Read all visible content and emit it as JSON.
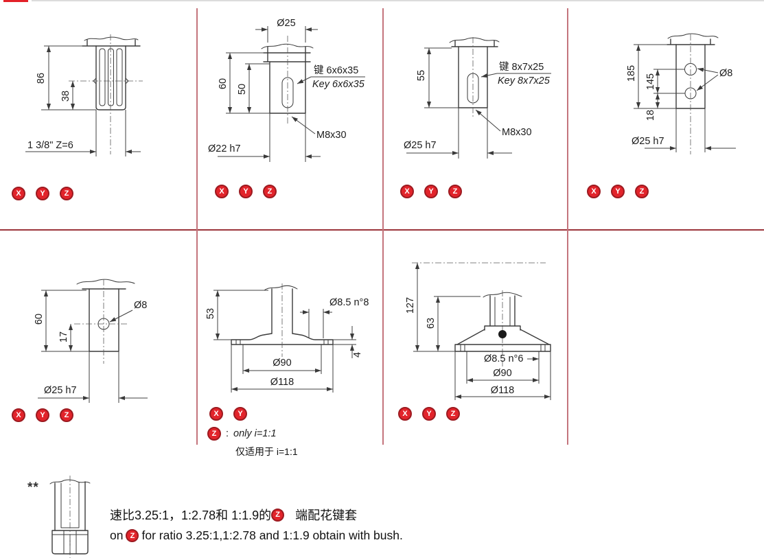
{
  "colors": {
    "badge_red": "#e2242b",
    "badge_ring": "#9c1a20",
    "grid_vertical": "#c4747c",
    "grid_horizontal": "#9b343b",
    "top_red_bar": "#e32129",
    "top_gray_rule": "#dcdcdc",
    "drawing_line": "#3a3a3a"
  },
  "cells": [
    {
      "name": "splined-bushing",
      "badges": [
        "X",
        "Y",
        "Z"
      ],
      "labels": {
        "h86": "86",
        "h38": "38",
        "spline": "1 3/8\" Z=6"
      }
    },
    {
      "name": "keyed-shaft-d22",
      "badges": [
        "X",
        "Y",
        "Z"
      ],
      "labels": {
        "d25": "Ø25",
        "h60": "60",
        "h50": "50",
        "key_cn": "键 6x6x35",
        "key_en": "Key 6x6x35",
        "thread": "M8x30",
        "dia": "Ø22 h7"
      }
    },
    {
      "name": "keyed-shaft-d25",
      "badges": [
        "X",
        "Y",
        "Z"
      ],
      "labels": {
        "h55": "55",
        "key_cn": "键 8x7x25",
        "key_en": "Key 8x7x25",
        "thread": "M8x30",
        "dia": "Ø25 h7"
      }
    },
    {
      "name": "long-shaft-cross-holes",
      "badges": [
        "X",
        "Y",
        "Z"
      ],
      "labels": {
        "h185": "185",
        "h145": "145",
        "h18": "18",
        "d8": "Ø8",
        "dia": "Ø25 h7"
      }
    },
    {
      "name": "shaft-cross-hole",
      "badges": [
        "X",
        "Y",
        "Z"
      ],
      "labels": {
        "h60": "60",
        "h17": "17",
        "d8": "Ø8",
        "dia": "Ø25 h7"
      }
    },
    {
      "name": "flat-flange-d118",
      "badges": [
        "X",
        "Y"
      ],
      "z_note": {
        "badge": "Z",
        "sep": ":",
        "text": "only i=1:1",
        "caption": "仅适用于 i=1:1"
      },
      "labels": {
        "h53": "53",
        "holes": "Ø8.5 n°8",
        "d90": "Ø90",
        "d118": "Ø118",
        "t4": "4"
      }
    },
    {
      "name": "bell-flange-d118",
      "badges": [
        "X",
        "Y",
        "Z"
      ],
      "labels": {
        "h127": "127",
        "h63": "63",
        "holes": "Ø8.5 n°6",
        "d90": "Ø90",
        "d118": "Ø118"
      }
    }
  ],
  "footnote": {
    "marker": "**",
    "cn_before": "速比3.25:1，1:2.78和 1:1.9的",
    "cn_badge": "Z",
    "cn_after": "端配花键套",
    "en_before": "on",
    "en_badge": "Z",
    "en_after": "for ratio 3.25:1,1:2.78 and 1:1.9 obtain with bush."
  }
}
